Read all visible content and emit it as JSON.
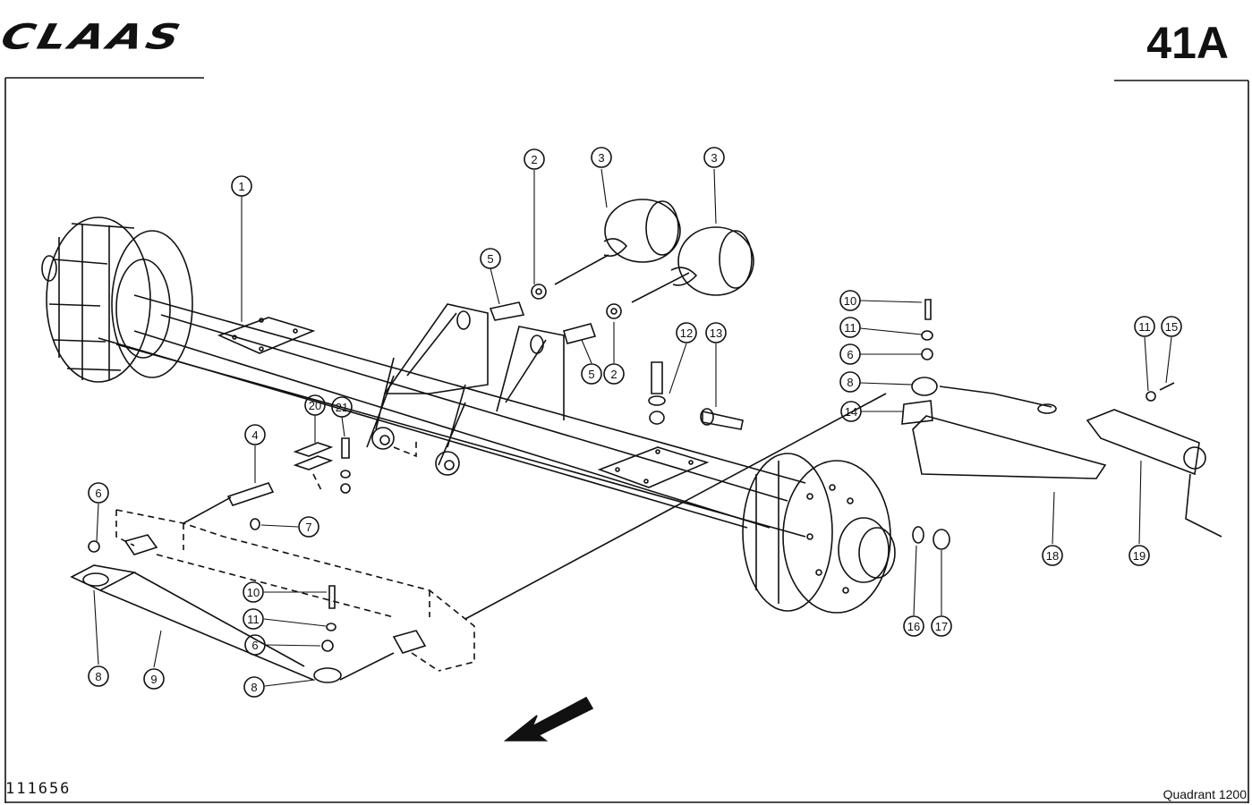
{
  "header": {
    "brand": "CLAAS",
    "page_number": "41A"
  },
  "footer": {
    "drawing_number": "111656",
    "model": "Quadrant 1200"
  },
  "callouts": [
    {
      "id": "c1",
      "num": "1"
    },
    {
      "id": "c2a",
      "num": "2"
    },
    {
      "id": "c3a",
      "num": "3"
    },
    {
      "id": "c3b",
      "num": "3"
    },
    {
      "id": "c5a",
      "num": "5"
    },
    {
      "id": "c5b",
      "num": "5"
    },
    {
      "id": "c2b",
      "num": "2"
    },
    {
      "id": "c12",
      "num": "12"
    },
    {
      "id": "c13",
      "num": "13"
    },
    {
      "id": "c10a",
      "num": "10"
    },
    {
      "id": "c11a",
      "num": "11"
    },
    {
      "id": "c6a",
      "num": "6"
    },
    {
      "id": "c8a",
      "num": "8"
    },
    {
      "id": "c14",
      "num": "14"
    },
    {
      "id": "c11b",
      "num": "11"
    },
    {
      "id": "c15",
      "num": "15"
    },
    {
      "id": "c20",
      "num": "20"
    },
    {
      "id": "c21",
      "num": "21"
    },
    {
      "id": "c4",
      "num": "4"
    },
    {
      "id": "c6b",
      "num": "6"
    },
    {
      "id": "c7",
      "num": "7"
    },
    {
      "id": "c10b",
      "num": "10"
    },
    {
      "id": "c11c",
      "num": "11"
    },
    {
      "id": "c6c",
      "num": "6"
    },
    {
      "id": "c8b",
      "num": "8"
    },
    {
      "id": "c8c",
      "num": "8"
    },
    {
      "id": "c9",
      "num": "9"
    },
    {
      "id": "c16",
      "num": "16"
    },
    {
      "id": "c17",
      "num": "17"
    },
    {
      "id": "c18",
      "num": "18"
    },
    {
      "id": "c19",
      "num": "19"
    }
  ]
}
